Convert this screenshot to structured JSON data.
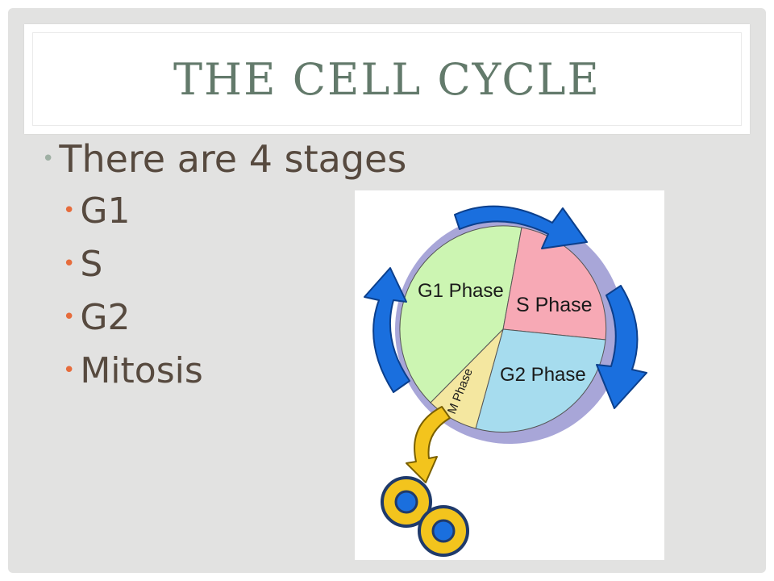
{
  "slide": {
    "title": "THE CELL CYCLE",
    "bullet_main": "There are 4 stages",
    "stages": [
      "G1",
      "S",
      "G2",
      "Mitosis"
    ]
  },
  "diagram": {
    "labels": {
      "g1": "G1  Phase",
      "s": "S  Phase",
      "g2": "G2  Phase",
      "m": "M Phase"
    },
    "colors": {
      "g1": "#ccf5b2",
      "s": "#f7a9b5",
      "g2": "#a6dcee",
      "m": "#f4e7a0",
      "ring": "#a8a6d8",
      "arrow": "#1a6fde",
      "division_arrow": "#f3c41d"
    }
  }
}
